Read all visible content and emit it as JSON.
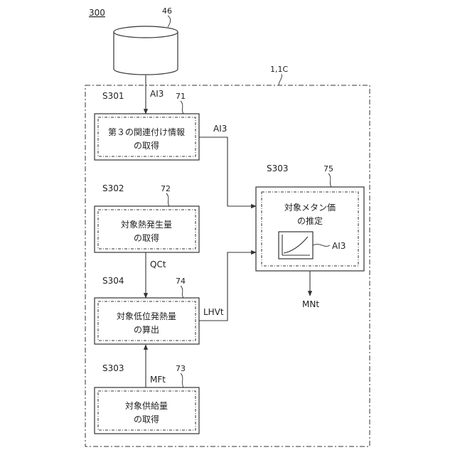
{
  "figure_label": "300",
  "database": {
    "ref": "46"
  },
  "device": {
    "ref": "1,1C"
  },
  "steps": [
    {
      "id": "S301",
      "ref": "71",
      "text": [
        "第３の関連付け情報",
        "の取得"
      ]
    },
    {
      "id": "S302",
      "ref": "72",
      "text": [
        "対象熱発生量",
        "の取得"
      ]
    },
    {
      "id": "S304",
      "ref": "74",
      "text": [
        "対象低位発熱量",
        "の算出"
      ]
    },
    {
      "id": "S303",
      "ref": "73",
      "text": [
        "対象供給量",
        "の取得"
      ]
    },
    {
      "id": "S303",
      "ref": "75",
      "text": [
        "対象メタン価",
        "の推定"
      ]
    }
  ],
  "signals": {
    "ai3_db": "AI3",
    "ai3_out": "AI3",
    "qct": "QCt",
    "lhvt": "LHVt",
    "mft": "MFt",
    "mnt": "MNt",
    "ai3_graph": "AI3"
  }
}
